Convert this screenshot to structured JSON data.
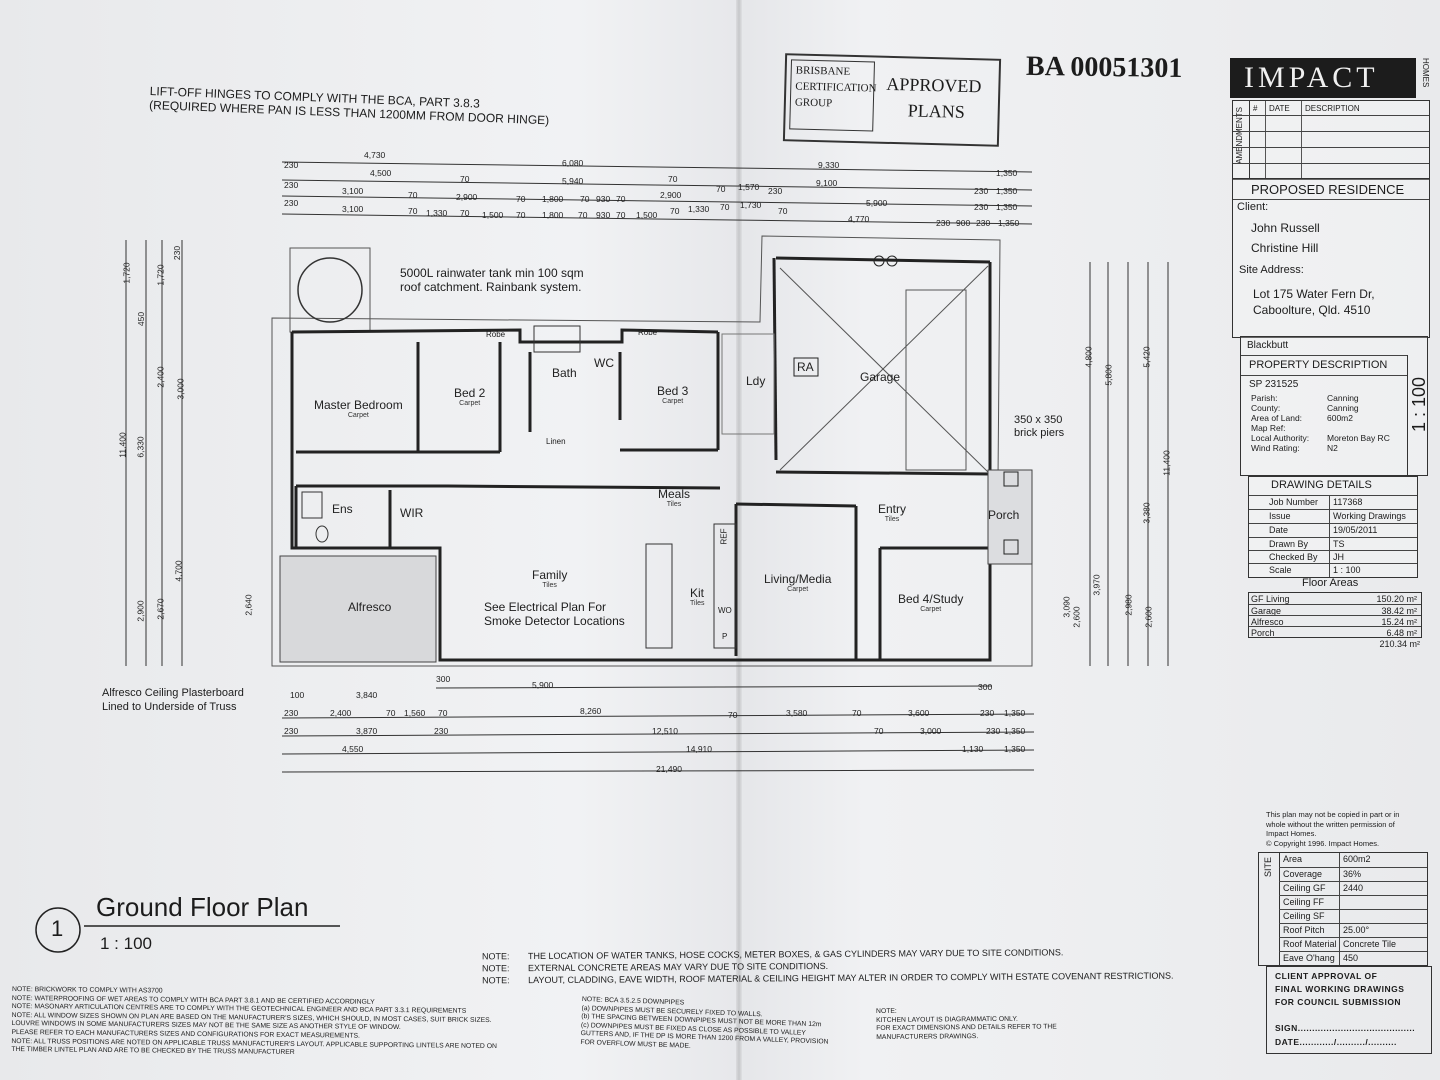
{
  "stamp": {
    "company_lines": [
      "BRISBANE",
      "CERTIFICATION",
      "GROUP"
    ],
    "approved": "APPROVED",
    "plans": "PLANS",
    "ba_number": "BA 00051301"
  },
  "brand": {
    "logo": "IMPACT",
    "homes": "HOMES"
  },
  "header_note": {
    "line1": "LIFT-OFF HINGES TO COMPLY WITH THE BCA, PART 3.8.3",
    "line2": "(REQUIRED WHERE PAN IS LESS THAN 1200MM FROM DOOR HINGE)"
  },
  "amendments": {
    "label": "AMENDMENTS",
    "col_num": "#",
    "col_date": "DATE",
    "col_desc": "DESCRIPTION"
  },
  "project": {
    "title": "PROPOSED RESIDENCE",
    "client_label": "Client:",
    "client1": "John Russell",
    "client2": "Christine Hill",
    "site_label": "Site Address:",
    "address1": "Lot 175 Water Fern Dr,",
    "address2": "Caboolture, Qld. 4510",
    "design": "Blackbutt"
  },
  "property": {
    "title": "PROPERTY DESCRIPTION",
    "sp": "SP 231525",
    "rows": [
      {
        "k": "Parish:",
        "v": "Canning"
      },
      {
        "k": "County:",
        "v": "Canning"
      },
      {
        "k": "Area of Land:",
        "v": "600m2"
      },
      {
        "k": "Map Ref:",
        "v": ""
      },
      {
        "k": "Local Authority:",
        "v": "Moreton Bay RC"
      },
      {
        "k": "Wind Rating:",
        "v": "N2"
      }
    ],
    "scale_vertical": "1 : 100"
  },
  "drawing_details": {
    "title": "DRAWING DETAILS",
    "rows": [
      {
        "k": "Job Number",
        "v": "117368"
      },
      {
        "k": "Issue",
        "v": "Working Drawings"
      },
      {
        "k": "Date",
        "v": "19/05/2011"
      },
      {
        "k": "Drawn By",
        "v": "TS"
      },
      {
        "k": "Checked By",
        "v": "JH"
      },
      {
        "k": "Scale",
        "v": "1 : 100"
      }
    ]
  },
  "floor_areas": {
    "title": "Floor Areas",
    "rows": [
      {
        "k": "GF Living",
        "v": "150.20 m²"
      },
      {
        "k": "Garage",
        "v": "38.42 m²"
      },
      {
        "k": "Alfresco",
        "v": "15.24 m²"
      },
      {
        "k": "Porch",
        "v": "6.48 m²"
      }
    ],
    "total": "210.34 m²"
  },
  "copyright": {
    "line1": "This plan may not be copied in part or in",
    "line2": "whole without the written permission of",
    "line3": "Impact Homes.",
    "line4": "© Copyright 1996. Impact Homes."
  },
  "site": {
    "label": "SITE",
    "rows": [
      {
        "k": "Area",
        "v": "600m2"
      },
      {
        "k": "Coverage",
        "v": "36%"
      },
      {
        "k": "Ceiling GF",
        "v": "2440"
      },
      {
        "k": "Ceiling FF",
        "v": ""
      },
      {
        "k": "Ceiling SF",
        "v": ""
      },
      {
        "k": "Roof Pitch",
        "v": "25.00°"
      },
      {
        "k": "Roof Material",
        "v": "Concrete Tile"
      },
      {
        "k": "Eave O'hang",
        "v": "450"
      }
    ]
  },
  "client_approval": {
    "line1": "CLIENT APPROVAL OF",
    "line2": "FINAL WORKING DRAWINGS",
    "line3": "FOR COUNCIL SUBMISSION",
    "sign": "SIGN.........................................",
    "date": "DATE............/........../.........."
  },
  "plan": {
    "title_num": "1",
    "title": "Ground Floor Plan",
    "scale": "1 : 100",
    "tank_note1": "5000L rainwater tank min 100 sqm",
    "tank_note2": "roof catchment. Rainbank system.",
    "alfresco_note1": "Alfresco Ceiling Plasterboard",
    "alfresco_note2": "Lined to Underside of Truss",
    "piers_note1": "350 x 350",
    "piers_note2": "brick piers",
    "smoke1": "See Electrical Plan For",
    "smoke2": "Smoke Detector Locations",
    "rooms": {
      "master": "Master Bedroom",
      "bed2": "Bed 2",
      "bed3": "Bed 3",
      "bath": "Bath",
      "wc": "WC",
      "ldy": "Ldy",
      "garage": "Garage",
      "ra": "RA",
      "ens": "Ens",
      "wir": "WIR",
      "meals": "Meals",
      "family": "Family",
      "kit": "Kit",
      "living": "Living/Media",
      "entry": "Entry",
      "porch": "Porch",
      "bed4": "Bed 4/Study",
      "alfresco": "Alfresco",
      "linen": "Linen",
      "robe": "Robe",
      "ref": "REF",
      "wo": "WO",
      "p": "P"
    },
    "finishes": {
      "carpet": "Carpet",
      "tiles": "Tiles"
    },
    "dims_top": {
      "r1": [
        "230",
        "4,730",
        "6,080",
        "9,330",
        "1,350"
      ],
      "r2": [
        "4,500",
        "70",
        "5,940",
        "70",
        "9,100",
        "230",
        "1,350"
      ],
      "r3": [
        "230",
        "3,100",
        "70",
        "2,900",
        "70",
        "1,800",
        "70",
        "930",
        "70",
        "2,900",
        "70",
        "1,570",
        "230",
        "5,900",
        "230",
        "1,350"
      ],
      "r4": [
        "230",
        "3,100",
        "70",
        "1,330",
        "70",
        "1,500",
        "70",
        "1,800",
        "70",
        "930",
        "70",
        "1,500",
        "70",
        "1,330",
        "70",
        "1,730",
        "70",
        "4,770",
        "230",
        "900",
        "230",
        "1,350"
      ]
    },
    "dims_bottom": {
      "r0": [
        "300",
        "5,900",
        "300"
      ],
      "r1": [
        "100",
        "3,840"
      ],
      "r2": [
        "230",
        "2,400",
        "70",
        "1,560",
        "70",
        "8,260",
        "70",
        "3,580",
        "70",
        "3,600",
        "230",
        "1,350"
      ],
      "r3": [
        "230",
        "3,870",
        "230",
        "12,510",
        "70",
        "3,000",
        "230",
        "1,350"
      ],
      "r4": [
        "4,550",
        "14,910",
        "1,130",
        "1,350"
      ],
      "r5": [
        "21,490"
      ]
    },
    "dims_left": [
      "11,400",
      "6,330",
      "1,720",
      "450",
      "1,720",
      "230",
      "2,400",
      "3,000",
      "2,900",
      "2,670",
      "4,700",
      "2,640"
    ],
    "dims_right": [
      "4,800",
      "5,800",
      "5,420",
      "11,400",
      "3,380",
      "3,090",
      "2,600",
      "3,970",
      "2,980",
      "2,600"
    ]
  },
  "notes": {
    "center": [
      {
        "k": "NOTE:",
        "v": "THE LOCATION OF WATER TANKS, HOSE COCKS, METER BOXES, & GAS CYLINDERS MAY VARY DUE TO SITE CONDITIONS."
      },
      {
        "k": "NOTE:",
        "v": "EXTERNAL CONCRETE AREAS MAY VARY DUE TO SITE CONDITIONS."
      },
      {
        "k": "NOTE:",
        "v": "LAYOUT, CLADDING, EAVE WIDTH, ROOF MATERIAL & CEILING HEIGHT MAY ALTER IN ORDER TO COMPLY WITH ESTATE COVENANT RESTRICTIONS."
      }
    ],
    "left": [
      "NOTE: BRICKWORK TO COMPLY WITH AS3700",
      "NOTE: WATERPROOFING OF WET AREAS TO COMPLY WITH BCA PART 3.8.1 AND BE CERTIFIED ACCORDINGLY",
      "NOTE: MASONARY ARTICULATION CENTRES ARE TO COMPLY WITH THE GEOTECHNICAL ENGINEER AND BCA PART 3.3.1 REQUIREMENTS",
      "NOTE: ALL WINDOW SIZES SHOWN ON PLAN ARE BASED ON THE MANUFACTURER'S SIZES, WHICH SHOULD, IN MOST CASES, SUIT BRICK SIZES.",
      "LOUVRE WINDOWS IN SOME MANUFACTURERS SIZES MAY NOT BE THE SAME SIZE AS ANOTHER STYLE OF WINDOW.",
      "PLEASE REFER TO EACH MANUFACTURERS SIZES AND CONFIGURATIONS FOR EXACT MEASUREMENTS.",
      "NOTE: ALL TRUSS POSITIONS ARE NOTED ON APPLICABLE TRUSS MANUFACTURER'S LAYOUT. APPLICABLE SUPPORTING LINTELS ARE NOTED ON",
      "THE TIMBER LINTEL PLAN AND ARE TO BE CHECKED BY THE TRUSS MANUFACTURER"
    ],
    "downpipes": [
      "NOTE: BCA 3.5.2.5 DOWNPIPES",
      "(a) DOWNPIPES MUST BE SECURELY FIXED TO WALLS.",
      "(b) THE SPACING BETWEEN DOWNPIPES MUST NOT BE MORE THAN 12m",
      "(c) DOWNPIPES MUST BE FIXED AS CLOSE AS POSSIBLE TO VALLEY",
      "GUTTERS AND, IF THE DP IS MORE THAN 1200 FROM A VALLEY, PROVISION",
      "FOR OVERFLOW MUST BE MADE."
    ],
    "kitchen": [
      "NOTE:",
      "KITCHEN LAYOUT IS DIAGRAMMATIC ONLY.",
      "FOR EXACT DIMENSIONS AND DETAILS REFER TO THE",
      "MANUFACTURERS DRAWINGS."
    ]
  }
}
